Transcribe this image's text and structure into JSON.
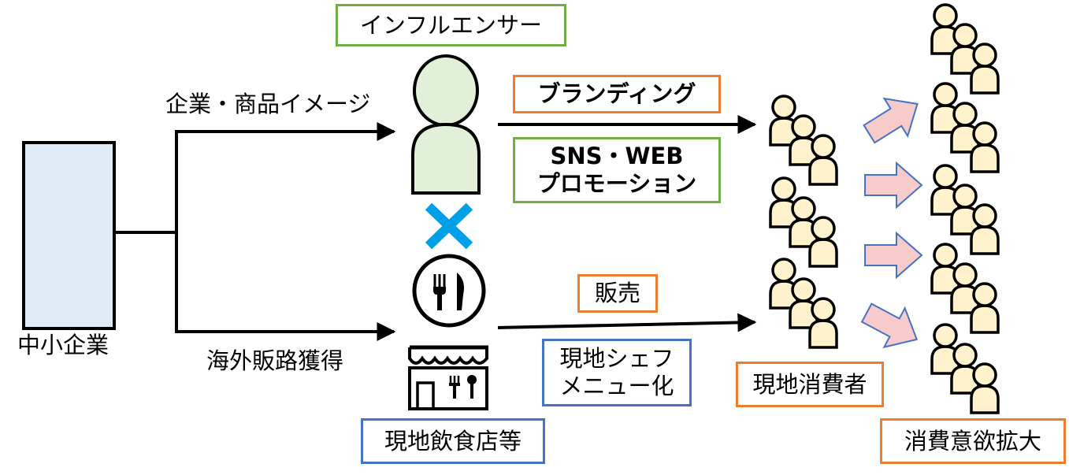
{
  "colors": {
    "green": "#70ad47",
    "orange": "#ed7d31",
    "blue": "#4472c4",
    "person_fill": "#e2f0d9",
    "crowd_fill": "#fff2cc",
    "company_fill": "#deebf7",
    "cross": "#00a0e9",
    "block_arrow_fill": "#f8cbcb",
    "block_arrow_stroke": "#4472c4"
  },
  "icons": {
    "influencer": "person-icon",
    "restaurant": "fork-knife-icon",
    "storefront": "storefront-icon",
    "collaboration": "cross-icon",
    "consumers": "crowd-icon",
    "growth": "block-arrow-icon"
  },
  "company": {
    "label": "中小企業"
  },
  "branches": {
    "upper_label": "企業・商品イメージ",
    "lower_label": "海外販路獲得"
  },
  "influencer": {
    "label": "インフルエンサー"
  },
  "restaurant": {
    "label": "現地飲食店等"
  },
  "upper_flow": {
    "branding": "ブランディング",
    "promo_line1": "SNS・WEB",
    "promo_line2": "プロモーション"
  },
  "lower_flow": {
    "sales": "販売",
    "chef_line1": "現地シェフ",
    "chef_line2": "メニュー化"
  },
  "consumers": {
    "label": "現地消費者"
  },
  "expansion": {
    "label": "消費意欲拡大"
  }
}
